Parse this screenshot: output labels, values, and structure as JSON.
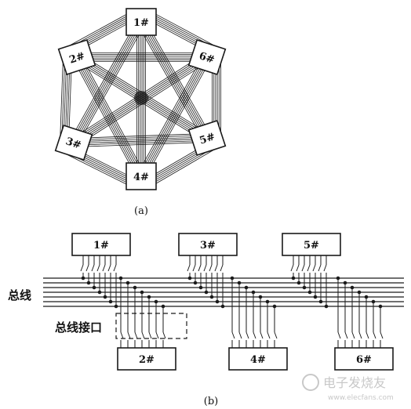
{
  "diagram_a": {
    "caption": "(a)",
    "nodes": [
      {
        "id": "1",
        "label": "1#"
      },
      {
        "id": "2",
        "label": "2#"
      },
      {
        "id": "3",
        "label": "3#"
      },
      {
        "id": "4",
        "label": "4#"
      },
      {
        "id": "5",
        "label": "5#"
      },
      {
        "id": "6",
        "label": "6#"
      }
    ],
    "topology": "fully-connected"
  },
  "diagram_b": {
    "caption": "(b)",
    "bus_label": "总线",
    "bus_interface_label": "总线接口",
    "top_modules": [
      {
        "id": "1",
        "label": "1#"
      },
      {
        "id": "3",
        "label": "3#"
      },
      {
        "id": "5",
        "label": "5#"
      }
    ],
    "bottom_modules": [
      {
        "id": "2",
        "label": "2#"
      },
      {
        "id": "4",
        "label": "4#"
      },
      {
        "id": "6",
        "label": "6#"
      }
    ]
  },
  "watermark": {
    "text": "电子发烧友",
    "url": "www.elecfans.com"
  },
  "colors": {
    "ink": "#1a1a1a",
    "paper": "#ffffff",
    "watermark": "#c8c8c8"
  }
}
